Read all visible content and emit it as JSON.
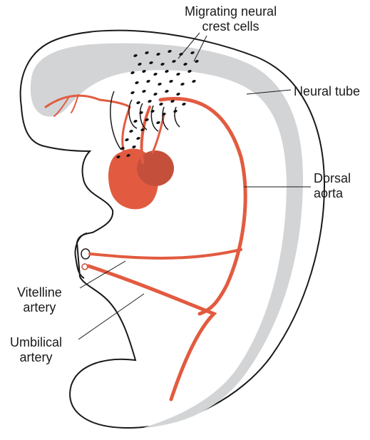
{
  "labels": {
    "migrating_line1": "Migrating neural",
    "migrating_line2": "crest cells",
    "neural_tube": "Neural tube",
    "dorsal_line1": "Dorsal",
    "dorsal_line2": "aorta",
    "vitelline_line1": "Vitelline",
    "vitelline_line2": "artery",
    "umbilical_line1": "Umbilical",
    "umbilical_line2": "artery"
  },
  "colors": {
    "artery": "#e25b40",
    "heart_dark": "#c4503c",
    "neural_tube": "#d2d4d6",
    "outline": "#1a1a1a",
    "crest_cells": "#111111"
  }
}
